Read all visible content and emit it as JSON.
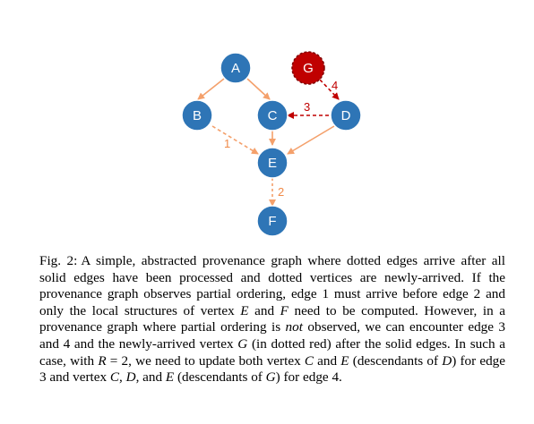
{
  "colors": {
    "node_fill": "#2e75b6",
    "node_stroke": "#ffffff",
    "new_node_fill": "#c00000",
    "new_node_stroke": "#7f0000",
    "solid_edge": "#f4a06b",
    "order_edge": "#f4a06b",
    "new_edge": "#c00000"
  },
  "nodes": {
    "A": "A",
    "B": "B",
    "C": "C",
    "D": "D",
    "E": "E",
    "F": "F",
    "G": "G"
  },
  "edge_labels": {
    "e1": "1",
    "e2": "2",
    "e3": "3",
    "e4": "4"
  },
  "caption": {
    "label": "Fig. 2:",
    "t1": "A simple, abstracted provenance graph where dotted edges arrive after all solid edges have been processed and dotted vertices are newly-arrived. If the provenance graph observes partial ordering, edge 1 must arrive before edge 2 and only the local structures of vertex ",
    "v1": "E",
    "t2": " and ",
    "v2": "F",
    "t3": " need to be computed. However, in a provenance graph where partial ordering is ",
    "emph": "not",
    "t4": " observed, we can encounter edge 3 and 4 and the newly-arrived vertex ",
    "v3": "G",
    "t5": " (in dotted red) after the solid edges. In such a case, with ",
    "v4": "R",
    "t6": " = 2, we need to update both vertex ",
    "v5": "C",
    "t7": " and ",
    "v6": "E",
    "t8": " (descendants of ",
    "v7": "D",
    "t9": ") for edge 3 and vertex ",
    "v8": "C",
    "t10": ", ",
    "v9": "D",
    "t11": ", and ",
    "v10": "E",
    "t12": " (descendants of ",
    "v11": "G",
    "t13": ") for edge 4."
  }
}
